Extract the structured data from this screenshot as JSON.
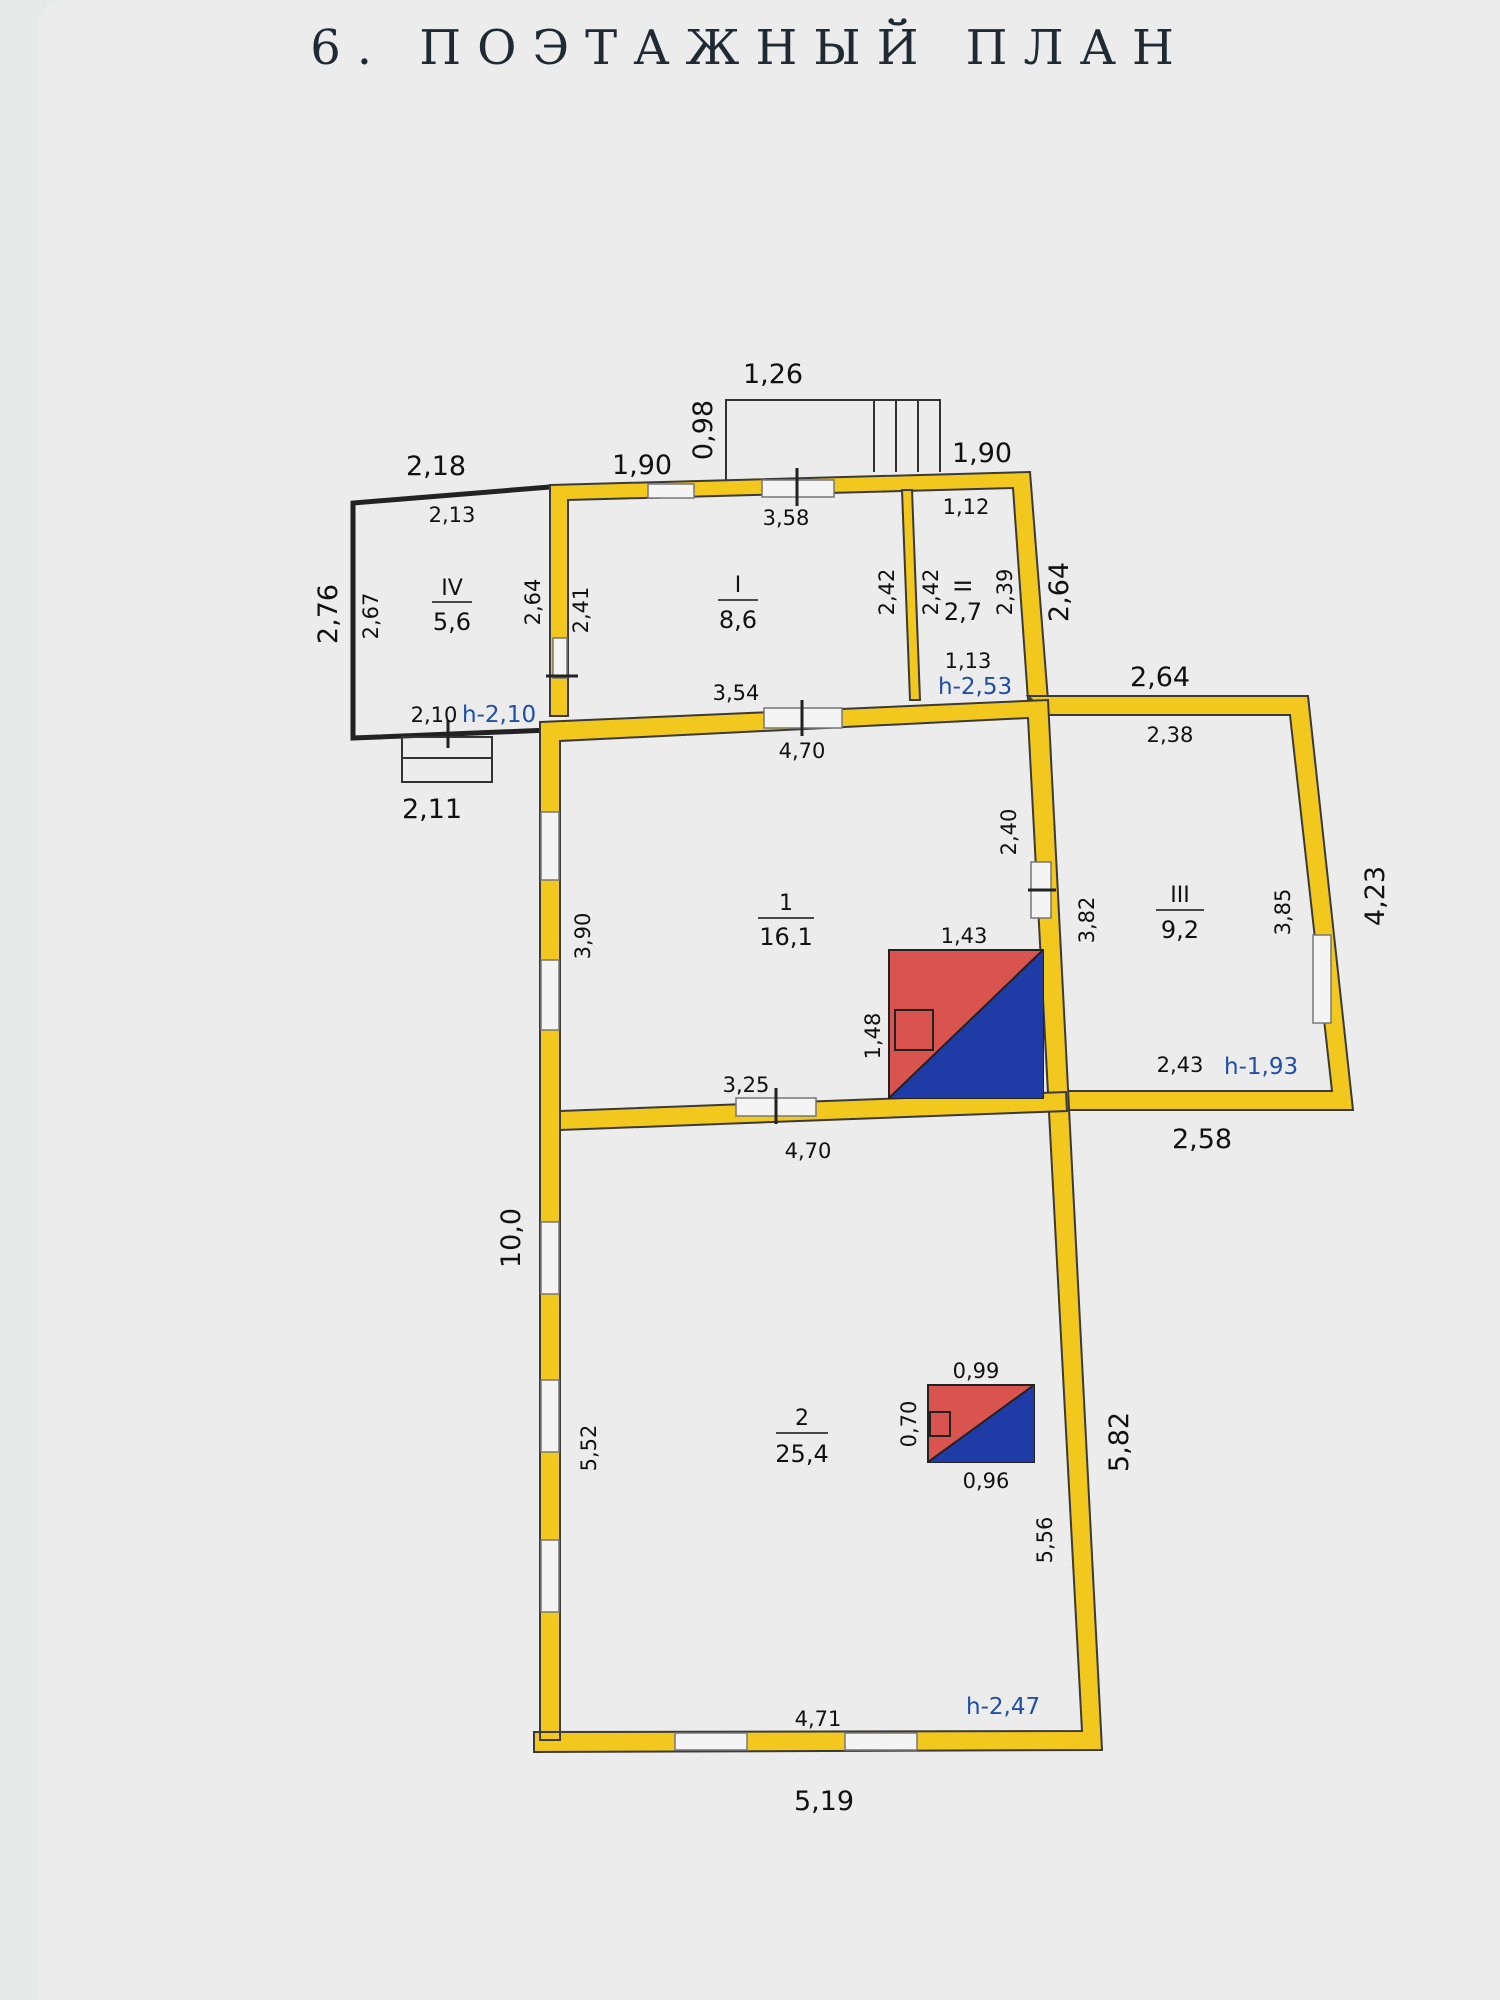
{
  "title": "6. ПОЭТАЖНЫЙ ПЛАН",
  "colors": {
    "wall": "#f2c81e",
    "wall_edge": "#3a3a3a",
    "stove_red": "#d9534f",
    "stove_blue": "#1f3ca6",
    "height_text": "#1f4ea8"
  },
  "rooms": [
    {
      "number": "IV",
      "area": "5,6"
    },
    {
      "number": "I",
      "area": "8,6"
    },
    {
      "number": "II",
      "area": "2,7"
    },
    {
      "number": "1",
      "area": "16,1"
    },
    {
      "number": "III",
      "area": "9,2"
    },
    {
      "number": "2",
      "area": "25,4"
    }
  ],
  "heights": [
    "h-2,10",
    "h-2,53",
    "h-1,93",
    "h-2,47"
  ],
  "outer_dimensions": {
    "top_iv": "2,18",
    "left_iv": "2,76",
    "bottom_iv_step": "2,11",
    "top_i": "1,90",
    "porch_width": "1,26",
    "porch_depth": "0,98",
    "top_ii": "1,90",
    "right_ii": "2,64",
    "top_iii": "2,64",
    "right_iii": "4,23",
    "bottom_iii": "2,58",
    "left_main": "10,0",
    "right_main": "5,82",
    "bottom_main": "5,19"
  },
  "inner_dimensions": {
    "iv_top": "2,13",
    "iv_left": "2,67",
    "iv_right": "2,64",
    "iv_bottom": "2,10",
    "i_top": "3,58",
    "i_left": "2,41",
    "i_right": "2,42",
    "i_bottom": "3,54",
    "ii_top": "1,12",
    "ii_left": "2,42",
    "ii_right": "2,39",
    "ii_bottom": "1,13",
    "r1_top": "4,70",
    "r1_left": "3,90",
    "r1_right": "2,40",
    "r1_bottom": "3,25",
    "stove1_top": "1,43",
    "stove1_left": "1,48",
    "iii_top": "2,38",
    "iii_left": "3,82",
    "iii_right": "3,85",
    "iii_bottom": "2,43",
    "r2_top": "4,70",
    "r2_left": "5,52",
    "r2_right": "5,56",
    "r2_bottom": "4,71",
    "stove2_top": "0,99",
    "stove2_left": "0,70",
    "stove2_bottom": "0,96"
  }
}
